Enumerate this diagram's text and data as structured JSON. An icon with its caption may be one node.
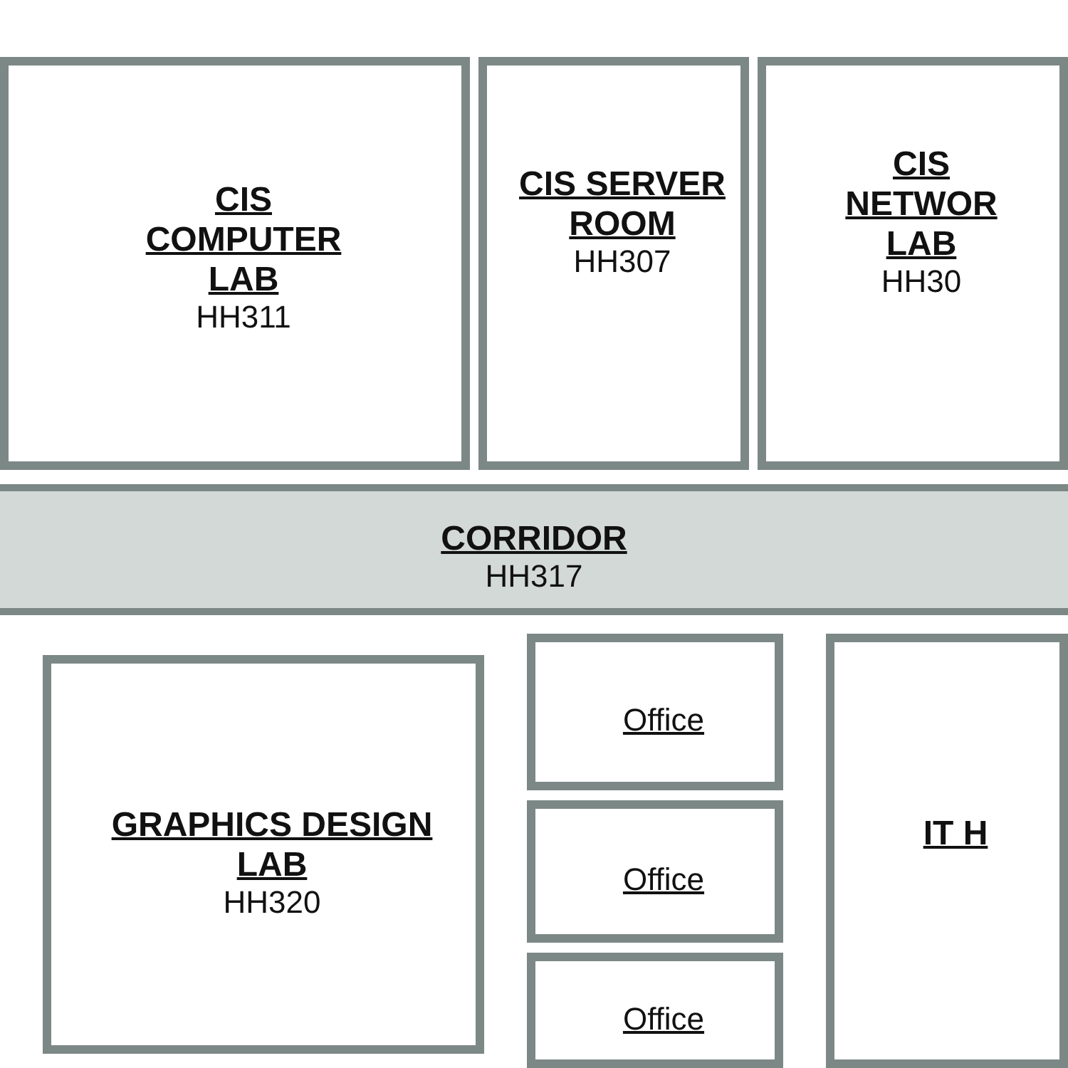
{
  "diagram": {
    "nodes": [
      {
        "text": [
          "CIS COMPUTER LAB",
          "HH311"
        ]
      },
      {
        "text": [
          "CIS SERVER ROOM",
          "HH307"
        ]
      },
      {
        "text": [
          "CIS NETWOR LAB",
          "HH30"
        ]
      },
      {
        "text": [
          "CORRIDOR",
          "HH317"
        ]
      },
      {
        "text": [
          "Office"
        ]
      },
      {
        "text": [
          "Office"
        ]
      },
      {
        "text": [
          "Office"
        ]
      },
      {
        "text": [
          "IT H"
        ]
      },
      {
        "text": [
          "GRAPHICS DESIGN LAB",
          "HH320"
        ]
      }
    ]
  }
}
